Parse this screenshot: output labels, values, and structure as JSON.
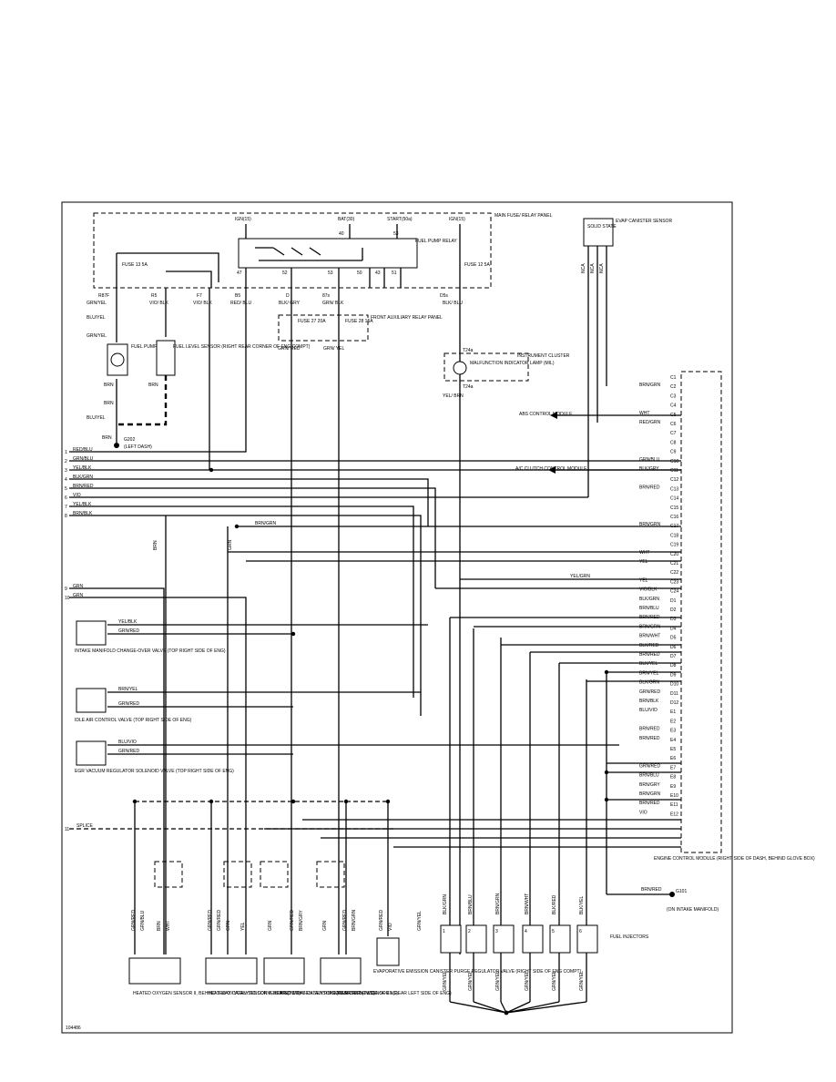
{
  "figure_id": "104486",
  "power": {
    "ign15_left": "IGN(15)",
    "bat30": "BAT(30)",
    "start50a": "START(50a)",
    "ign15_right": "IGN(15)",
    "main_panel": "MAIN FUSE/ RELAY PANEL",
    "fuel_pump_relay": "FUEL PUMP RELAY",
    "fuse13": "FUSE 13 5A",
    "fuse12": "FUSE 12 5A",
    "fuse27": "FUSE 27 20A",
    "fuse28": "FUSE 28 15A",
    "front_aux_panel": "FRONT AUXILIARY RELAY PANEL",
    "relay_pins": [
      "40",
      "53",
      "47",
      "52",
      "53",
      "50",
      "43",
      "51"
    ]
  },
  "connectors": [
    "R87F",
    "R5",
    "F7",
    "B5",
    "D",
    "87s",
    "D5s"
  ],
  "wire_colors_top": {
    "grn_yel": "GRN/YEL",
    "blu_yel": "BLU/YEL",
    "vio_blk": "VIO/ BLK",
    "red_blu": "RED/ BLU",
    "blk_gry": "BLK/ GRY",
    "grn_blk": "GRN/ BLK",
    "blk_blu": "BLK/ BLU",
    "grn_red": "GRN/ RED",
    "grn_yel2": "GRN/ YEL",
    "brn": "BRN",
    "yel_brn": "YEL/ BRN"
  },
  "components": {
    "fuel_pump": "FUEL PUMP",
    "fuel_level_sensor": "FUEL LEVEL SENSOR (RIGHT REAR CORNER OF ENG COMPT)",
    "ground_g202": "G202",
    "g202_loc": "(LEFT DASH)",
    "solid_state": "SOLID STATE",
    "evap_sensor": "EVAP CANISTER SENSOR",
    "instrument_cluster": "INSTRUMENT CLUSTER",
    "mil": "MALFUNCTION INDICATOR LAMP (MIL)",
    "t24a_top": "T24a",
    "t24a_bot": "T24a",
    "abs_module": "ABS CONTROL MODULE",
    "ac_module": "A/C CLUTCH CONTROL MODULE",
    "ecm": "ENGINE CONTROL MODULE (RIGHT SIDE OF DASH, BEHIND GLOVE BOX)",
    "intake_valve": "INTAKE MANIFOLD CHANGE-OVER VALVE (TOP RIGHT SIDE OF ENG)",
    "iac_valve": "IDLE AIR CONTROL VALVE (TOP RIGHT SIDE OF ENG)",
    "egr_valve": "EGR VACUUM REGULATOR SOLENOID VALVE (TOP RIGHT SIDE OF ENG)",
    "splice": "SPLICE",
    "ho2s_2": "HEATED OXYGEN SENSOR II, BEHIND 3 WAY CATALYTIC CONVERTER (TWC)",
    "ho2s_3": "HEATED OXYGEN SENSOR II, BEHIND 3 WAY CATALYTIC CONVERTER (TWC)",
    "ho2s_rr": "HEATED OXYGEN SENSOR I (REAR RIGHT SIDE OF ENG)",
    "ho2s_rl": "HEATED OXYGEN SENSOR I (REAR LEFT SIDE OF ENG)",
    "evap_valve": "EVAPORATIVE EMISSION CANISTER PURGE REGULATOR VALVE (RIGHT SIDE OF ENG COMPT)",
    "injectors": "FUEL INJECTORS",
    "ground_g101": "G101",
    "g101_loc": "(ON INTAKE MANIFOLD)"
  },
  "left_harness": [
    {
      "num": "1",
      "color": "RED/BLU"
    },
    {
      "num": "2",
      "color": "GRN/BLU"
    },
    {
      "num": "3",
      "color": "YEL/BLK"
    },
    {
      "num": "4",
      "color": "BLK/GRN"
    },
    {
      "num": "5",
      "color": "BRN/RED"
    },
    {
      "num": "6",
      "color": "VIO"
    },
    {
      "num": "7",
      "color": "YEL/BLK"
    },
    {
      "num": "8",
      "color": "BRN/BLK"
    },
    {
      "num": "9",
      "color": "GRN"
    },
    {
      "num": "10",
      "color": "GRN"
    },
    {
      "num": "11",
      "color": "SPLICE"
    }
  ],
  "ecm_pins": [
    {
      "pin": "C1",
      "color": ""
    },
    {
      "pin": "C2",
      "color": "BRN/GRN"
    },
    {
      "pin": "C3",
      "color": ""
    },
    {
      "pin": "C4",
      "color": ""
    },
    {
      "pin": "C5",
      "color": "WHT"
    },
    {
      "pin": "C6",
      "color": "RED/GRN"
    },
    {
      "pin": "C7",
      "color": ""
    },
    {
      "pin": "C8",
      "color": ""
    },
    {
      "pin": "C9",
      "color": ""
    },
    {
      "pin": "C10",
      "color": "GRN/BLU"
    },
    {
      "pin": "C11",
      "color": "BLK/GRY"
    },
    {
      "pin": "C12",
      "color": ""
    },
    {
      "pin": "C13",
      "color": "BRN/RED"
    },
    {
      "pin": "C14",
      "color": ""
    },
    {
      "pin": "C15",
      "color": ""
    },
    {
      "pin": "C16",
      "color": ""
    },
    {
      "pin": "C17",
      "color": "BRN/GRN"
    },
    {
      "pin": "C18",
      "color": ""
    },
    {
      "pin": "C19",
      "color": ""
    },
    {
      "pin": "C20",
      "color": "WHT"
    },
    {
      "pin": "C21",
      "color": "YEL"
    },
    {
      "pin": "C22",
      "color": ""
    },
    {
      "pin": "C23",
      "color": "YEL"
    },
    {
      "pin": "C24",
      "color": "VIO/BLK"
    },
    {
      "pin": "D1",
      "color": "BLK/GRN"
    },
    {
      "pin": "D2",
      "color": "BRN/BLU"
    },
    {
      "pin": "D3",
      "color": "BRN/RED"
    },
    {
      "pin": "D4",
      "color": "BRN/GRN"
    },
    {
      "pin": "D5",
      "color": "BRN/WHT"
    },
    {
      "pin": "D6",
      "color": "BLK/RED"
    },
    {
      "pin": "D7",
      "color": "BRN/RED"
    },
    {
      "pin": "D8",
      "color": "BLK/YEL"
    },
    {
      "pin": "D9",
      "color": "BRN/YEL"
    },
    {
      "pin": "D10",
      "color": "BLK/GRN"
    },
    {
      "pin": "D11",
      "color": "GRN/RED"
    },
    {
      "pin": "D12",
      "color": "BRN/BLK"
    },
    {
      "pin": "E1",
      "color": "BLU/VIO"
    },
    {
      "pin": "E2",
      "color": ""
    },
    {
      "pin": "E3",
      "color": "BRN/RED"
    },
    {
      "pin": "E4",
      "color": "BRN/RED"
    },
    {
      "pin": "E5",
      "color": ""
    },
    {
      "pin": "E6",
      "color": ""
    },
    {
      "pin": "E7",
      "color": "GRN/RED"
    },
    {
      "pin": "E8",
      "color": "BRN/BLU"
    },
    {
      "pin": "E9",
      "color": "BRN/GRY"
    },
    {
      "pin": "E10",
      "color": "BRN/GRN"
    },
    {
      "pin": "E11",
      "color": "BRN/RED"
    },
    {
      "pin": "E12",
      "color": "VIO"
    }
  ],
  "misc_labels": {
    "yel_grn": "YEL/GRN",
    "brn_red_g101": "BRN/RED",
    "brn_grn_c17": "BRN/GRN",
    "yel_blk_valve": "YEL/BLK",
    "grn_red_valve": "GRN/RED",
    "brn_yel_iac": "BRN/YEL",
    "grn_red_iac": "GRN/RED",
    "blu_vio_egr": "BLU/VIO",
    "grn_red_egr": "GRN/RED",
    "nca": "NCA"
  },
  "sensor_wire_labels": [
    "GRN/RED",
    "GRN/BLU",
    "BRN",
    "WHT",
    "GRN/RED",
    "GRN/RED",
    "GRN",
    "YEL",
    "GRN",
    "GRN/RED",
    "BRN/GRY",
    "GRN",
    "GRN/RED",
    "BRN/GRN",
    "GRN/RED",
    "VIO",
    "GRN/YEL"
  ],
  "injector_wire_labels": [
    "BLK/GRN",
    "BRN/BLU",
    "BRN/GRN",
    "BRN/WHT",
    "BLK/RED",
    "BLK/YEL"
  ],
  "injector_bottom_labels": [
    "GRN/YEL",
    "GRN/YEL",
    "GRN/YEL",
    "GRN/YEL",
    "GRN/YEL",
    "GRN/YEL"
  ],
  "injector_nums": [
    "1",
    "2",
    "3",
    "4",
    "5",
    "6"
  ]
}
